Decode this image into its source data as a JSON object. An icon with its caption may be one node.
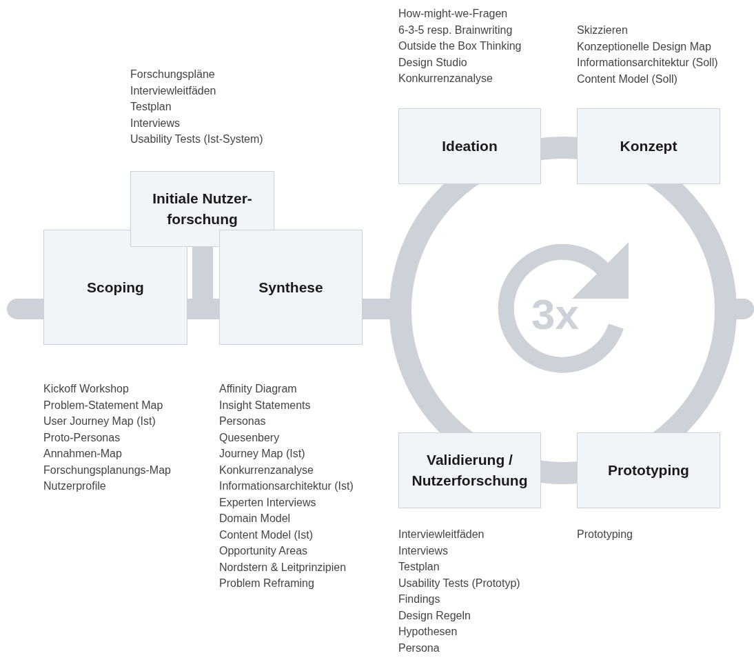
{
  "diagram": {
    "nodes": [
      {
        "text": [
          "Scoping"
        ],
        "beside": [
          "Kickoff Workshop",
          "Problem-Statement Map",
          "User Journey Map (Ist)",
          "Proto-Personas",
          "Annahmen-Map",
          "Forschungsplanungs-Map",
          "Nutzerprofile"
        ]
      },
      {
        "text": [
          "Initiale Nutzer-forschung"
        ],
        "beside": [
          "Forschungspläne",
          "Interviewleitfäden",
          "Testplan",
          "Interviews",
          "Usability Tests (Ist-System)"
        ]
      },
      {
        "text": [
          "Synthese"
        ],
        "beside": [
          "Affinity Diagram",
          "Insight Statements",
          "Personas",
          "Quesenbery",
          "Journey Map (Ist)",
          "Konkurrenzanalyse",
          "Informationsarchitektur (Ist)",
          "Experten Interviews",
          "Domain Model",
          "Content Model (Ist)",
          "Opportunity Areas",
          "Nordstern & Leitprinzipien",
          "Problem Reframing"
        ]
      },
      {
        "text": [
          "Ideation"
        ],
        "beside": [
          "How-might-we-Fragen",
          "6-3-5 resp. Brainwriting",
          "Outside the Box Thinking",
          "Design Studio",
          "Konkurrenzanalyse"
        ]
      },
      {
        "text": [
          "Konzept"
        ],
        "beside": [
          "Skizzieren",
          "Konzeptionelle Design Map",
          "Informationsarchitektur (Soll)",
          "Content Model (Soll)"
        ]
      },
      {
        "text": [
          "Validierung / Nutzerforschung"
        ],
        "beside": [
          "Interviewleitfäden",
          "Interviews",
          "Testplan",
          "Usability Tests (Prototyp)",
          "Findings",
          "Design Regeln",
          "Hypothesen",
          "Persona"
        ]
      },
      {
        "text": [
          "Prototyping"
        ],
        "beside": [
          "Prototyping"
        ]
      },
      {
        "text": [],
        "shape": "circle"
      }
    ],
    "edges": [
      {
        "from": null,
        "to": 0,
        "arrow": "none"
      },
      {
        "from": 0,
        "to": 2,
        "arrow": "none"
      },
      {
        "from": 1,
        "to": 2,
        "arrow": "none"
      },
      {
        "from": 2,
        "to": 7,
        "arrow": "none"
      },
      {
        "from": 7,
        "to": null,
        "arrow": "none"
      }
    ],
    "labels": [
      "3x"
    ]
  }
}
